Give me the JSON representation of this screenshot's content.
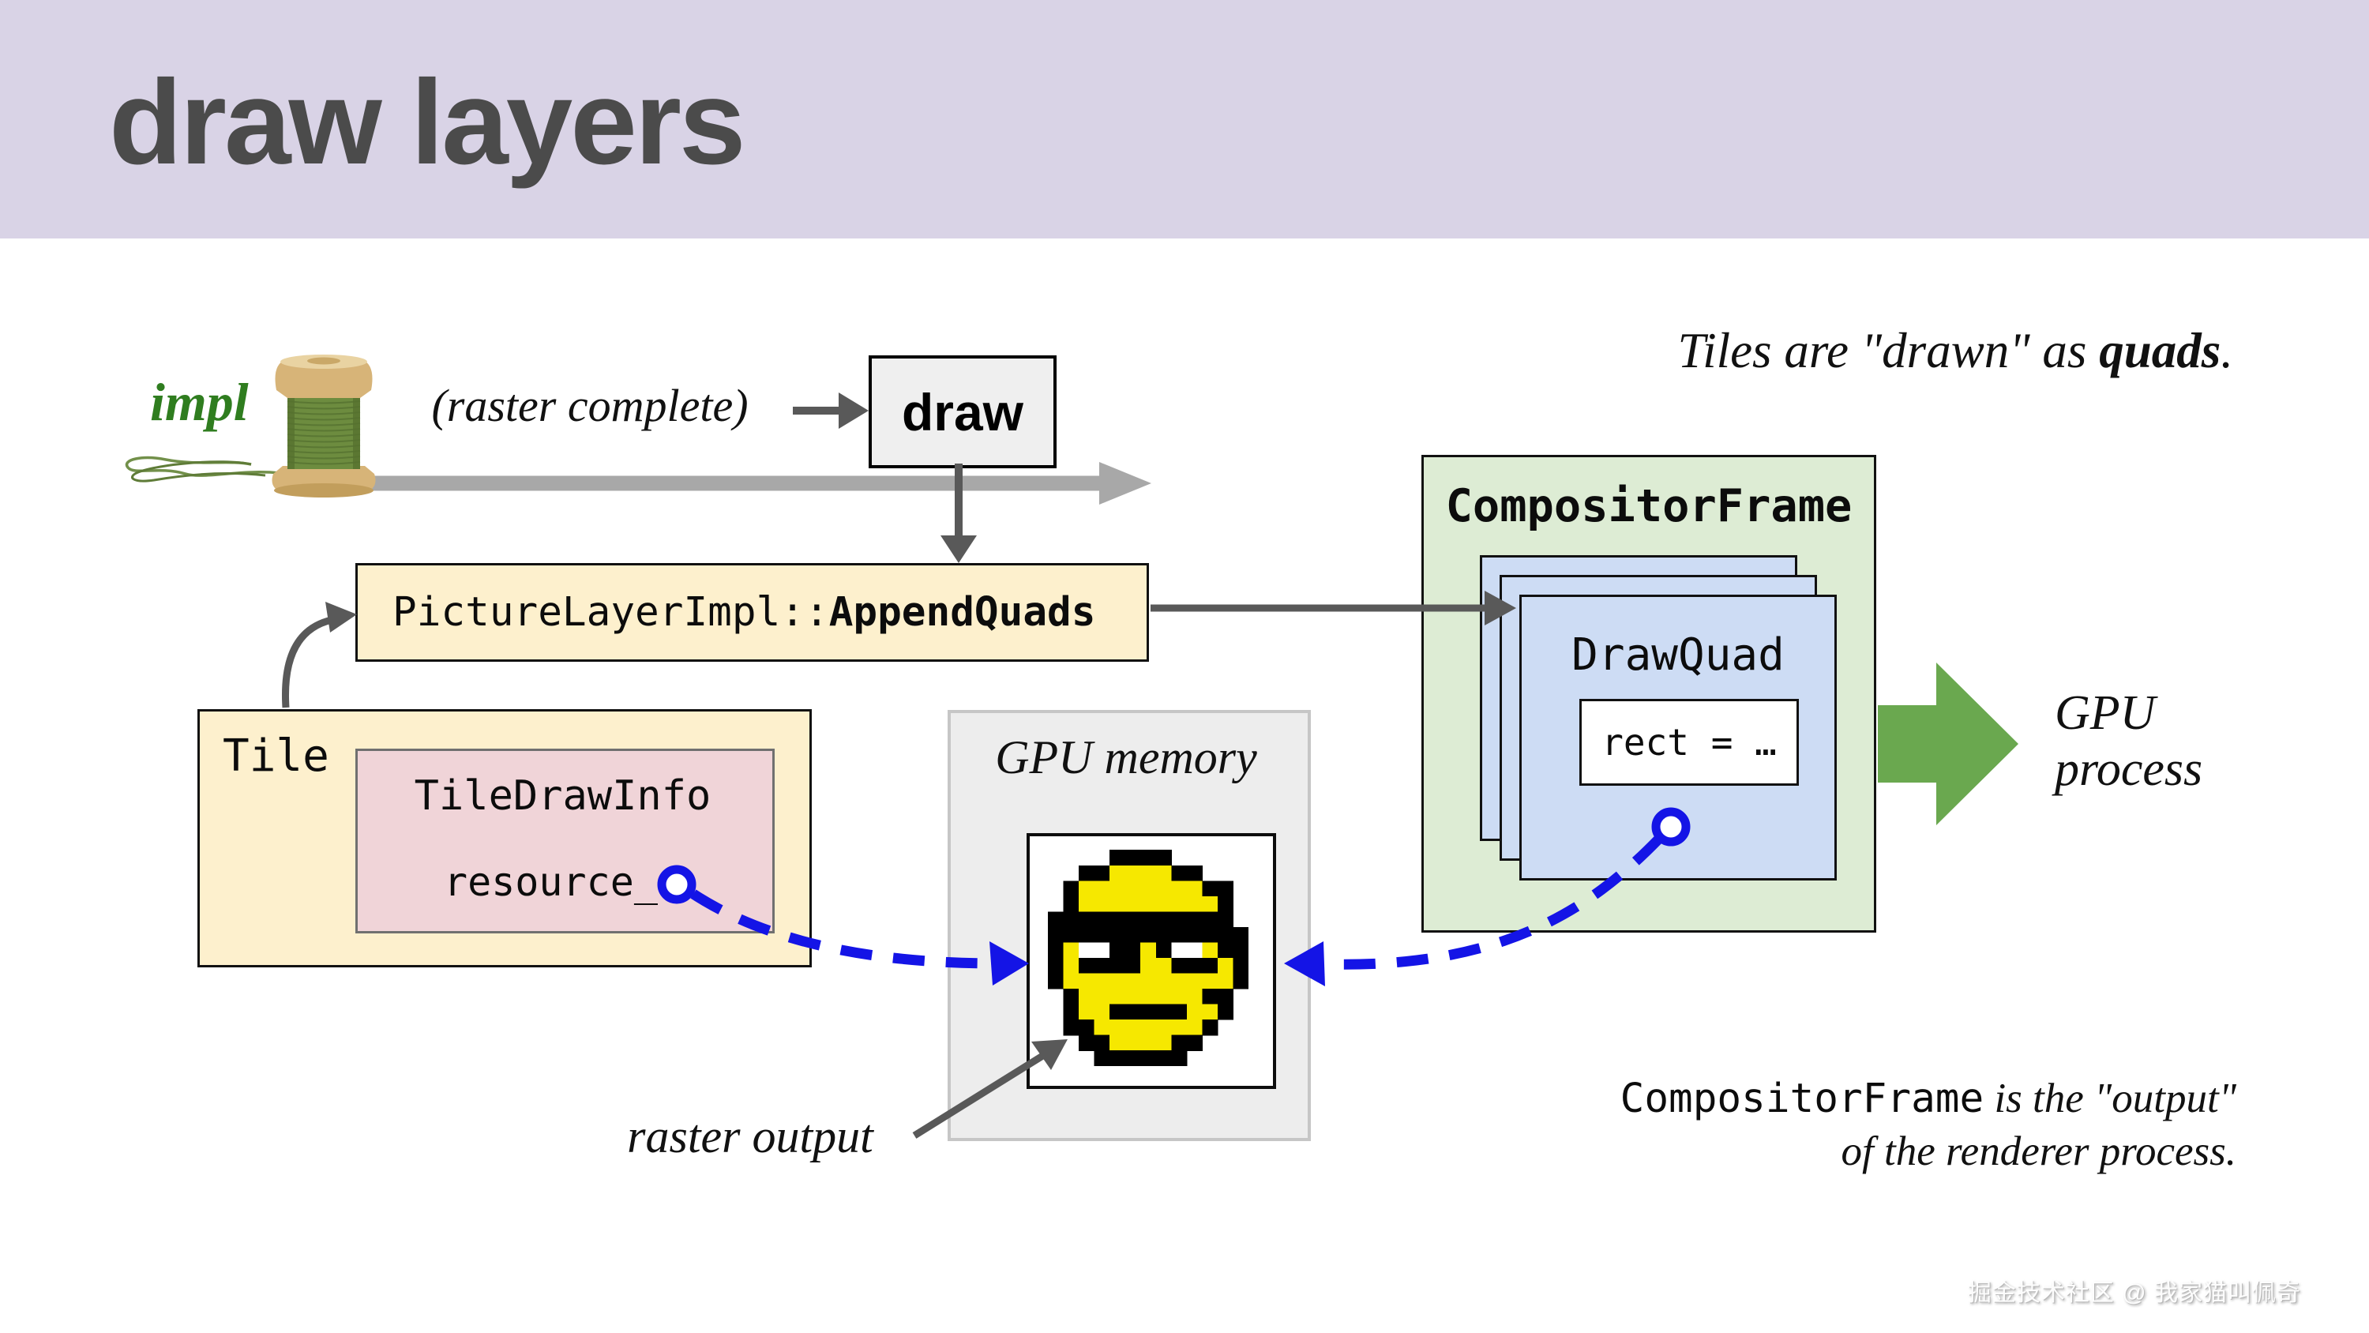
{
  "slide": {
    "title": "draw layers"
  },
  "impl_label": "impl",
  "timeline": {
    "raster_complete": "(raster complete)",
    "draw": "draw"
  },
  "append_quads": {
    "prefix": "PictureLayerImpl::",
    "bold": "AppendQuads"
  },
  "tile": {
    "label": "Tile",
    "draw_info": "TileDrawInfo",
    "resource": "resource_"
  },
  "gpu_memory": {
    "title": "GPU memory",
    "bitmap": {
      "palette": {
        "K": "#000000",
        "Y": "#f6e800",
        "W": "#ffffff"
      },
      "rows": [
        "....KKKK.....",
        "..KKYYYYKK...",
        ".KYYYYYYYYKK.",
        ".KYYYYYYYYYK.",
        "KKKKKKKKKKKK.",
        "KKKKKKKKKKKKK",
        "KYWWKKYKWWYKK",
        "KYKKKKYYKKKYK",
        "KYYYYYYYYYYYK",
        ".KYYYYYYYYKK.",
        ".KYYKKKKKYYK.",
        ".KKYYYYYYYK..",
        "..KKYYYYKK...",
        "...KKKKKK...."
      ]
    }
  },
  "raster_output_label": "raster output",
  "compositor_frame": {
    "title": "CompositorFrame",
    "draw_quad": "DrawQuad",
    "rect": "rect = …"
  },
  "gpu_process": {
    "line1": "GPU",
    "line2": "process"
  },
  "quads_note": {
    "prefix": "Tiles are \"drawn\" as ",
    "bold": "quads",
    "suffix": "."
  },
  "output_note": {
    "mono": "CompositorFrame",
    "line1_rest": " is the \"output\"",
    "line2": "of the renderer process."
  },
  "watermark": "掘金技术社区 @ 我家猫叫佩奇",
  "colors": {
    "header_bg": "#d9d3e6",
    "title_text": "#4b4b4b",
    "cream_box": "#fdf0cd",
    "pink_box": "#f0d4d8",
    "green_box": "#ddecd4",
    "blue_quad_box": "#cddcf4",
    "gray_box": "#ededed",
    "impl_green": "#2f7d1f",
    "link_blue": "#1414e6",
    "gpu_arrow_green": "#6aa84f",
    "timeline_gray": "#a8a8a8",
    "arrow_dark_gray": "#595959",
    "smiley_yellow": "#f6e800"
  }
}
